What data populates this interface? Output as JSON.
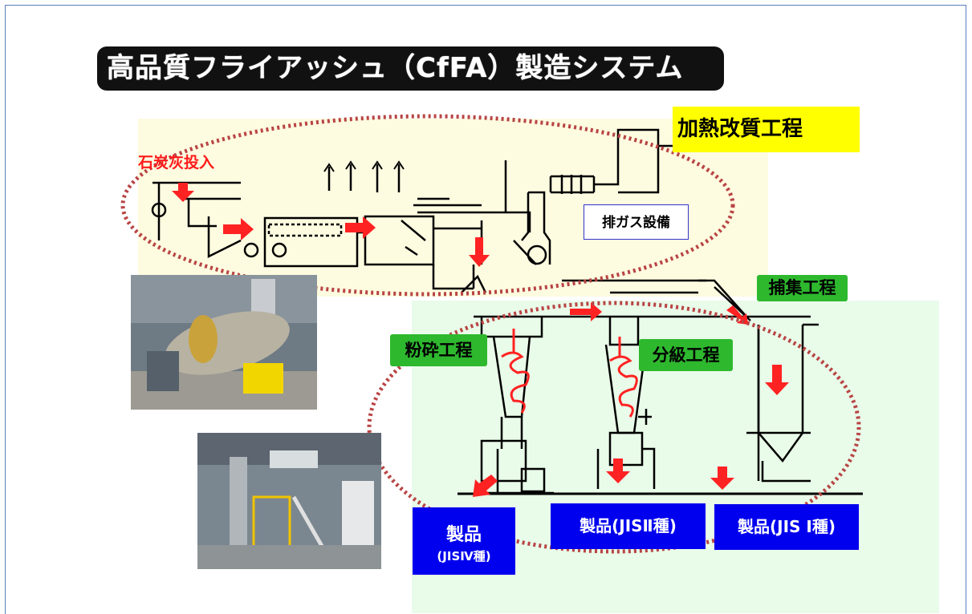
{
  "title": "高品質フライアッシュ（CfFA）製造システム",
  "labels": {
    "heating": "加熱改質工程",
    "coal_ash_input": "石炭灰投入",
    "exhaust_gas": "排ガス設備",
    "collection": "捕集工程",
    "grinding": "粉砕工程",
    "classification": "分級工程"
  },
  "products": {
    "jis4_main": "製品",
    "jis4_sub": "(JISⅣ種)",
    "jis2": "製品(JISⅡ種)",
    "jis1": "製品(JIS Ⅰ種)"
  },
  "colors": {
    "frame": "#5a7fbf",
    "title_bg": "#111111",
    "heating_label_bg": "#ffff00",
    "process_label_bg": "#2eb82e",
    "product_bg": "#0000ee",
    "arrow": "#ff2222",
    "ellipse": "#b84444",
    "yellow_zone": "#fdfbe0",
    "green_zone": "#e9fbe9"
  }
}
